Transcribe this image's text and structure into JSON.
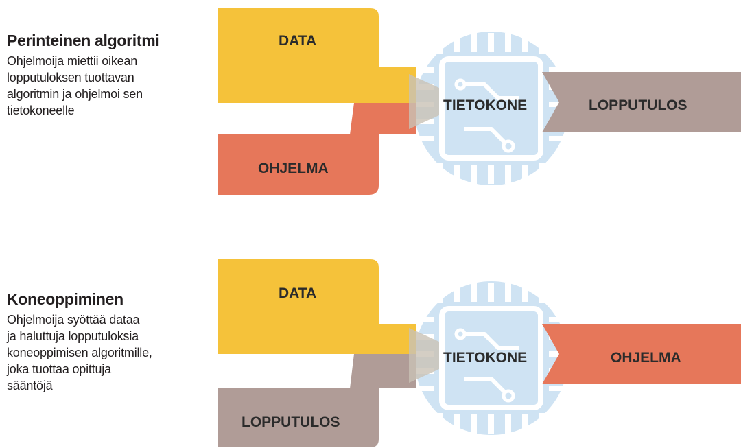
{
  "colors": {
    "data": "#f5c23a",
    "ohjelma": "#e6775a",
    "lopputulos": "#b09c97",
    "chip": "#cfe3f3",
    "chip_detail": "#ffffff"
  },
  "traditional": {
    "title": "Perinteinen algoritmi",
    "description": "Ohjelmoija miettii oikean\nlopputuloksen tuottavan\nalgoritmin ja ohjelmoi sen\ntietokoneelle",
    "input_top": "DATA",
    "input_bottom": "OHJELMA",
    "processor": "TIETOKONE",
    "output": "LOPPUTULOS"
  },
  "machine_learning": {
    "title": "Koneoppiminen",
    "description": "Ohjelmoija syöttää dataa\nja haluttuja lopputuloksia\nkoneoppimisen algoritmille,\njoka tuottaa opittuja\nsääntöjä",
    "input_top": "DATA",
    "input_bottom": "LOPPUTULOS",
    "processor": "TIETOKONE",
    "output": "OHJELMA"
  },
  "icons": {
    "processor": "cpu-chip-icon"
  }
}
